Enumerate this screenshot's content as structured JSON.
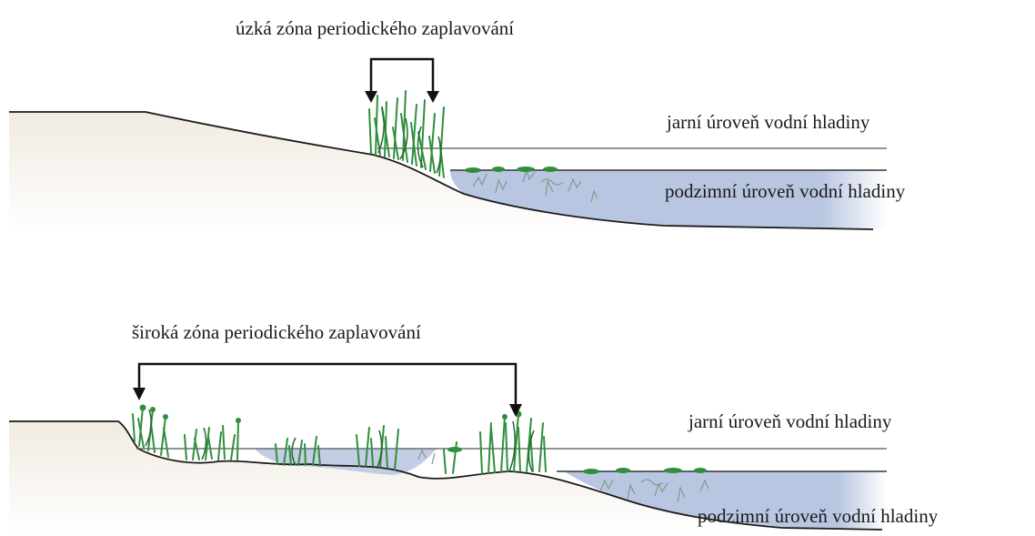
{
  "colors": {
    "water": "#b9c6e2",
    "water_edge": "#9fb0d6",
    "soil": "#f1ebe1",
    "soil_line": "#1a1a1a",
    "vegetation": "#2f8f3d",
    "vegetation_dark": "#1e6b2a",
    "submerged_plants": "#7f9a8c",
    "text": "#1a1a1a"
  },
  "top_panel": {
    "zone_label": "úzká zóna periodického zaplavování",
    "spring_label": "jarní úroveň vodní hladiny",
    "autumn_label": "podzimní úroveň vodní hladiny"
  },
  "bottom_panel": {
    "zone_label": "široká zóna periodického zaplavování",
    "spring_label": "jarní úroveň vodní hladiny",
    "autumn_label": "podzimní úroveň vodní hladiny"
  }
}
